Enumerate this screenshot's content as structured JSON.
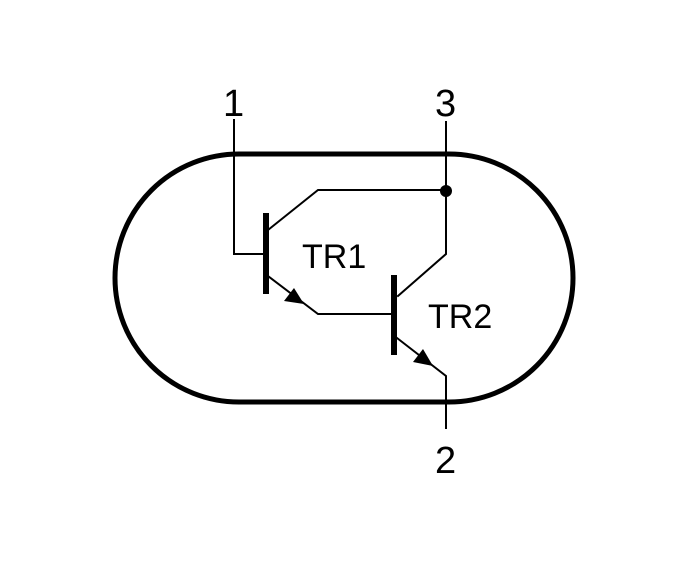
{
  "pins": {
    "pin_1": "1",
    "pin_2": "2",
    "pin_3": "3"
  },
  "transistors": {
    "tr1": "TR1",
    "tr2": "TR2"
  }
}
